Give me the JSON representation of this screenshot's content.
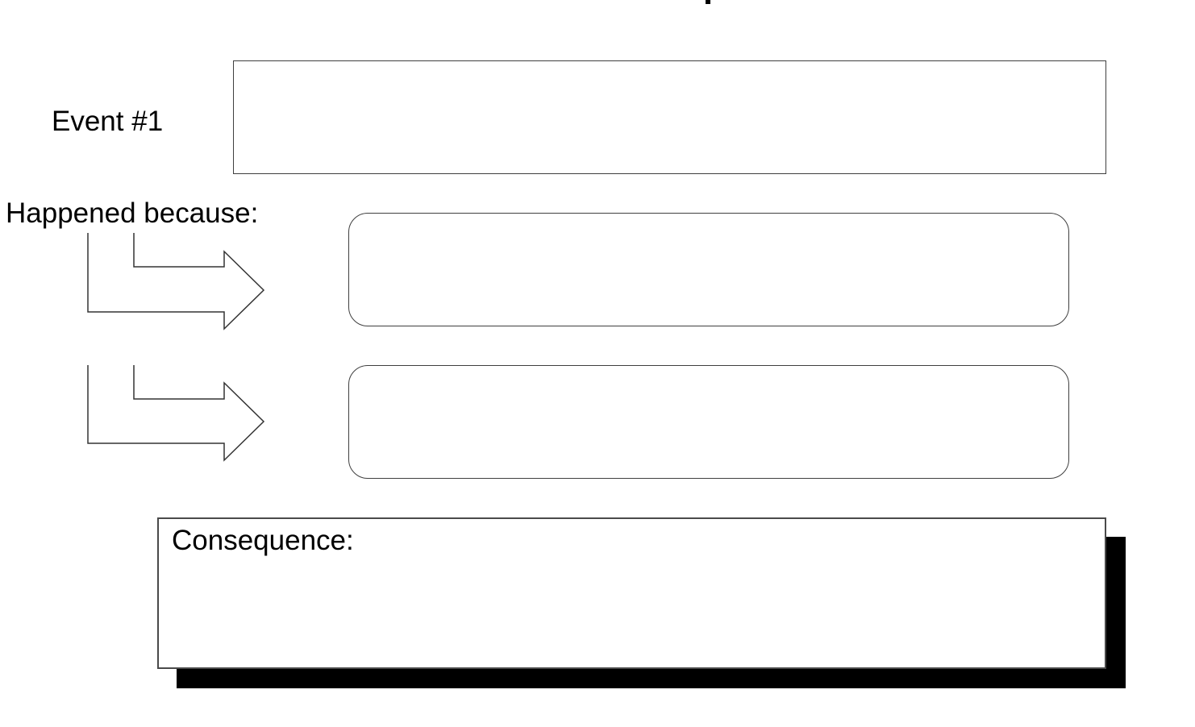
{
  "colors": {
    "background": "#ffffff",
    "outline": "#3f3f3f",
    "shadow": "#000000",
    "text": "#000000"
  },
  "decorations": {
    "cropped_title_descender": ""
  },
  "organizer": {
    "event_label": "Event #1",
    "event_box": {
      "value": ""
    },
    "happened_because_label": "Happened because:",
    "arrows": [
      {
        "icon": "bent-right-arrow"
      },
      {
        "icon": "bent-right-arrow"
      }
    ],
    "cause_boxes": [
      {
        "value": ""
      },
      {
        "value": ""
      }
    ],
    "consequence_box": {
      "label": "Consequence:",
      "value": ""
    }
  }
}
